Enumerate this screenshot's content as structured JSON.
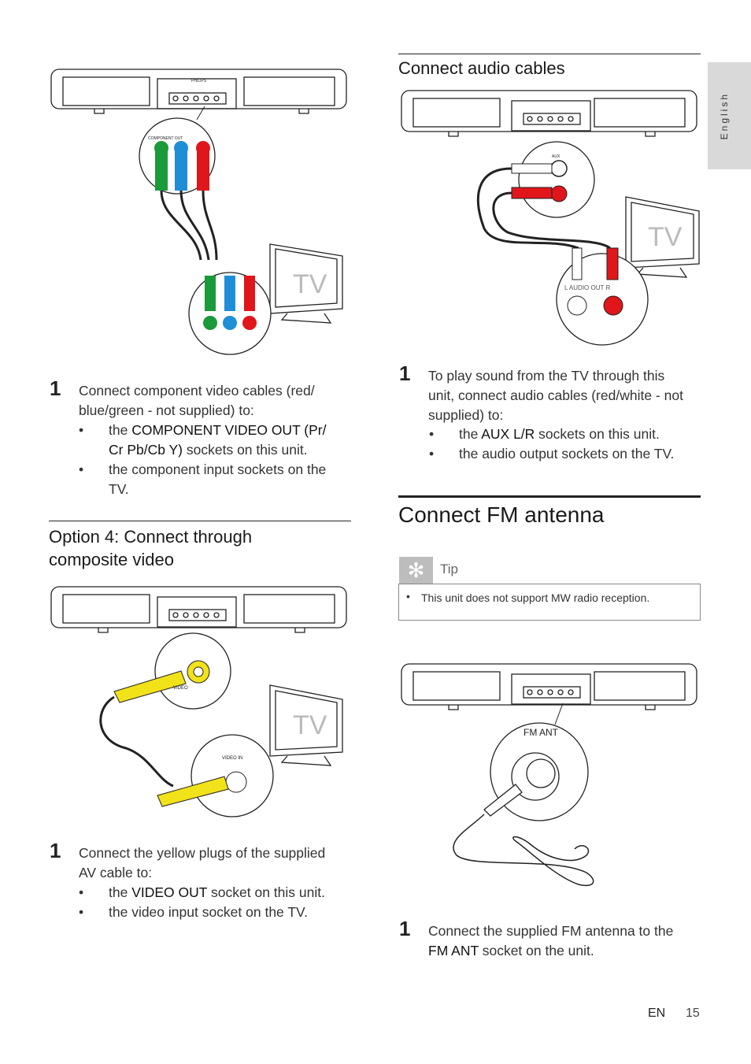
{
  "sidebar": {
    "language": "English"
  },
  "left": {
    "step1": {
      "number": "1",
      "lines": [
        "Connect component video cables (red/",
        "blue/green - not supplied) to:"
      ],
      "bullets": [
        [
          "the ",
          "COMPONENT VIDEO OUT (Pr/",
          "Cr Pb/Cb Y)",
          " sockets on this unit."
        ],
        [
          "the component input sockets on the",
          "TV."
        ]
      ]
    },
    "option4": {
      "title_line1": "Option 4: Connect through",
      "title_line2": "composite video"
    },
    "step2": {
      "number": "1",
      "lines": [
        "Connect the yellow plugs of the supplied",
        "AV cable to:"
      ],
      "bullet1_pre": "the ",
      "bullet1_kw": "VIDEO OUT",
      "bullet1_post": " socket on this unit.",
      "bullet2": "the video input socket on the TV."
    }
  },
  "right": {
    "audio": {
      "title": "Connect audio cables",
      "number": "1",
      "lines": [
        "To play sound from the TV through this",
        "unit, connect audio cables (red/white - not",
        "supplied) to:"
      ],
      "bullet1_pre": "the ",
      "bullet1_kw": "AUX L/R",
      "bullet1_post": " sockets on this unit.",
      "bullet2": "the audio output sockets on the TV."
    },
    "fm": {
      "title": "Connect FM antenna",
      "tip_label": "Tip",
      "tip_text": "This unit does not support MW radio reception.",
      "number": "1",
      "line1": "Connect the supplied FM antenna to the",
      "kw": "FM ANT",
      "line2_post": " socket on the unit."
    }
  },
  "figures": {
    "tv_label": "TV",
    "component_label": "COMPONENT OUT",
    "video_label": "VIDEO",
    "video_in_label": "VIDEO IN",
    "aux_label": "AUX",
    "audio_out_label": "L AUDIO OUT R",
    "fm_ant_label": "FM ANT",
    "brand": "PHILIPS"
  },
  "footer": {
    "lang": "EN",
    "page": "15"
  },
  "colors": {
    "red": "#e0161b",
    "green": "#1a9a3a",
    "blue": "#1e8fd6",
    "yellow": "#f2e21a",
    "tab": "#d9d9d9"
  }
}
